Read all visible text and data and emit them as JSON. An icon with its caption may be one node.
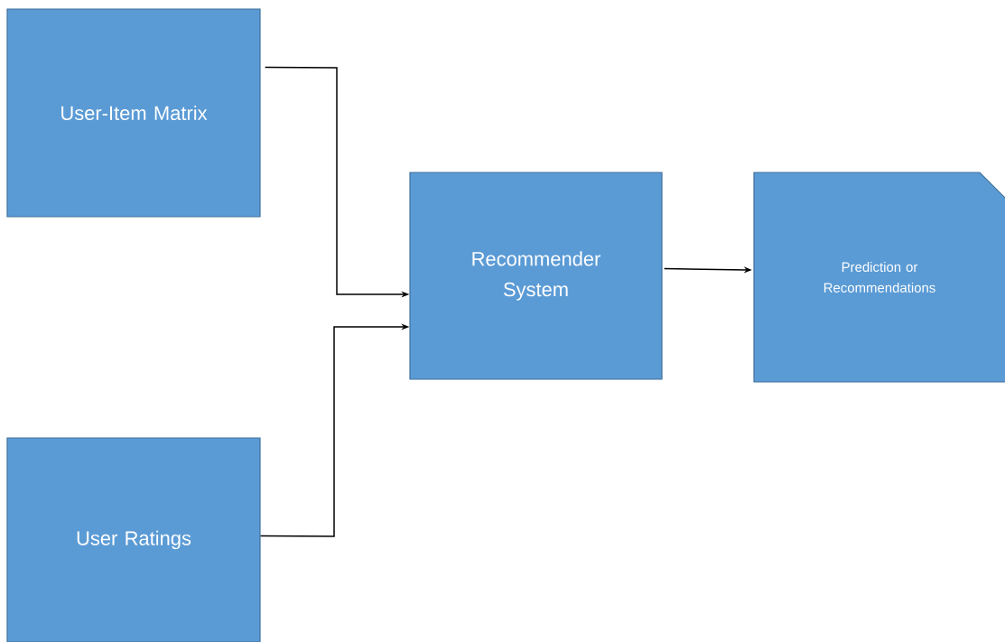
{
  "diagram": {
    "nodes": [
      {
        "text": [
          "User-Item Matrix"
        ]
      },
      {
        "text": [
          "User Ratings"
        ]
      },
      {
        "text": [
          "Recommender System"
        ]
      },
      {
        "text": [
          "Prediction or Recommendations"
        ]
      }
    ],
    "edges": [
      {
        "from": 0,
        "to": 2,
        "arrow": "to"
      },
      {
        "from": 1,
        "to": 2,
        "arrow": "to"
      },
      {
        "from": 2,
        "to": 3,
        "arrow": "to"
      }
    ]
  }
}
